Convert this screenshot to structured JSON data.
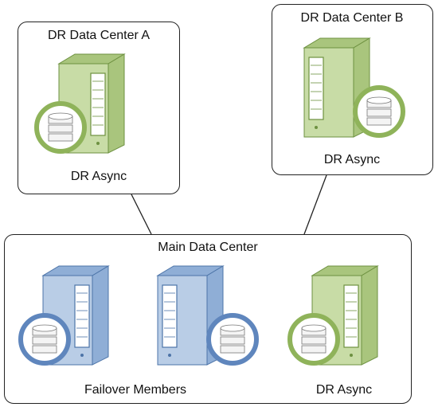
{
  "diagram": {
    "nodes": {
      "dr_a": {
        "title": "DR Data Center A",
        "role": "DR Async",
        "theme": "green"
      },
      "dr_b": {
        "title": "DR Data Center B",
        "role": "DR Async",
        "theme": "green"
      },
      "main": {
        "title": "Main Data Center",
        "failover_label": "Failover Members",
        "async_label": "DR Async"
      }
    },
    "edges": [
      {
        "from": "dr_a",
        "to": "main"
      },
      {
        "from": "dr_b",
        "to": "main"
      }
    ],
    "themes": {
      "green": {
        "front": "#c8dca6",
        "side": "#a9c57d",
        "dark": "#6d9140",
        "disk": "#8fb35a"
      },
      "blue": {
        "front": "#b9cde6",
        "side": "#8faed6",
        "dark": "#4c74a8",
        "disk": "#5f86bd"
      }
    },
    "icons": [
      "server-icon",
      "database-icon"
    ]
  }
}
